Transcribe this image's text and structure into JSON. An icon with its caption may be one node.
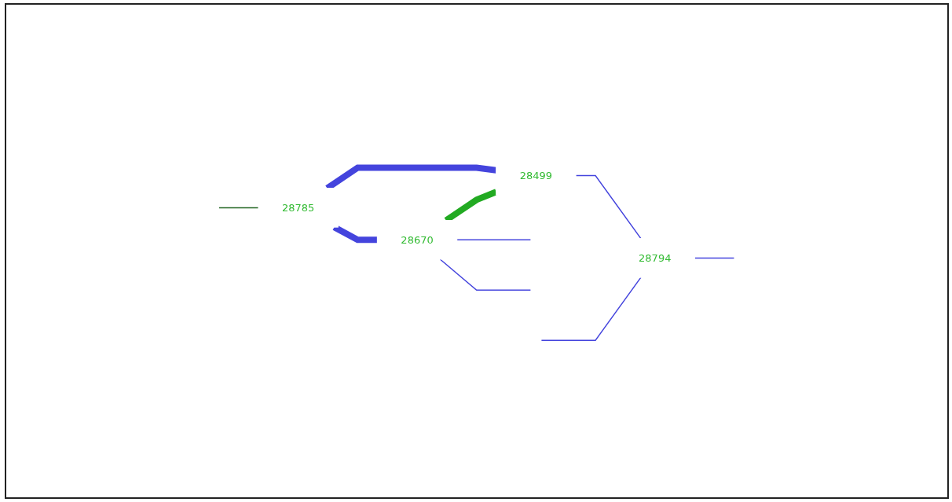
{
  "diagram": {
    "nodes": [
      {
        "text": [
          "28785"
        ]
      },
      {
        "text": [
          "28670"
        ]
      },
      {
        "text": [
          "28499"
        ]
      },
      {
        "text": [
          "28794"
        ]
      }
    ],
    "edges": [
      {
        "from": 0,
        "to": 1,
        "arrow": "none",
        "style": "thick"
      },
      {
        "from": 0,
        "to": 2,
        "arrow": "none",
        "style": "thick"
      },
      {
        "from": 1,
        "to": 2,
        "arrow": "none",
        "style": "thick",
        "color": "#22aa22"
      },
      {
        "from": null,
        "to": 0,
        "arrow": "none",
        "color": "#226622"
      },
      {
        "from": 1,
        "to": null,
        "arrow": "none"
      },
      {
        "from": 1,
        "to": null,
        "arrow": "none"
      },
      {
        "from": 2,
        "to": 3,
        "arrow": "none"
      },
      {
        "from": null,
        "to": 3,
        "arrow": "none"
      },
      {
        "from": 3,
        "to": null,
        "arrow": "none"
      }
    ]
  }
}
